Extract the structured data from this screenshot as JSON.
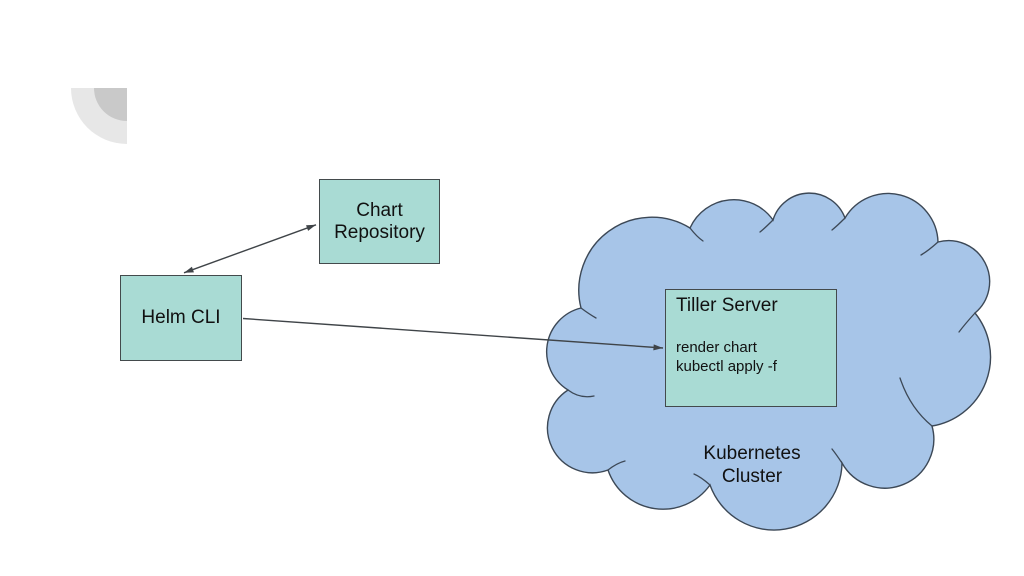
{
  "slide": {
    "background": "#ffffff",
    "decoration": {
      "name": "corner-quarter-circle"
    },
    "nodes": {
      "helm_cli": {
        "label": "Helm CLI"
      },
      "chart_repository": {
        "label": "Chart Repository"
      },
      "tiller_server": {
        "title": "Tiller Server",
        "body": [
          "render chart",
          "kubectl apply -f"
        ]
      },
      "kubernetes_cluster": {
        "label": "Kubernetes Cluster"
      }
    },
    "edges": [
      {
        "from": "helm_cli",
        "to": "chart_repository",
        "direction": "bidirectional"
      },
      {
        "from": "helm_cli",
        "to": "tiller_server",
        "direction": "forward"
      }
    ],
    "colors": {
      "node_fill": "#a9dbd4",
      "node_border": "#434a4c",
      "cloud_fill": "#a7c5e8",
      "cloud_border": "#3c4856",
      "arrow": "#3f4448",
      "text": "#111111",
      "decor_outer": "#e7e7e7",
      "decor_inner": "#c9c9c9"
    }
  }
}
